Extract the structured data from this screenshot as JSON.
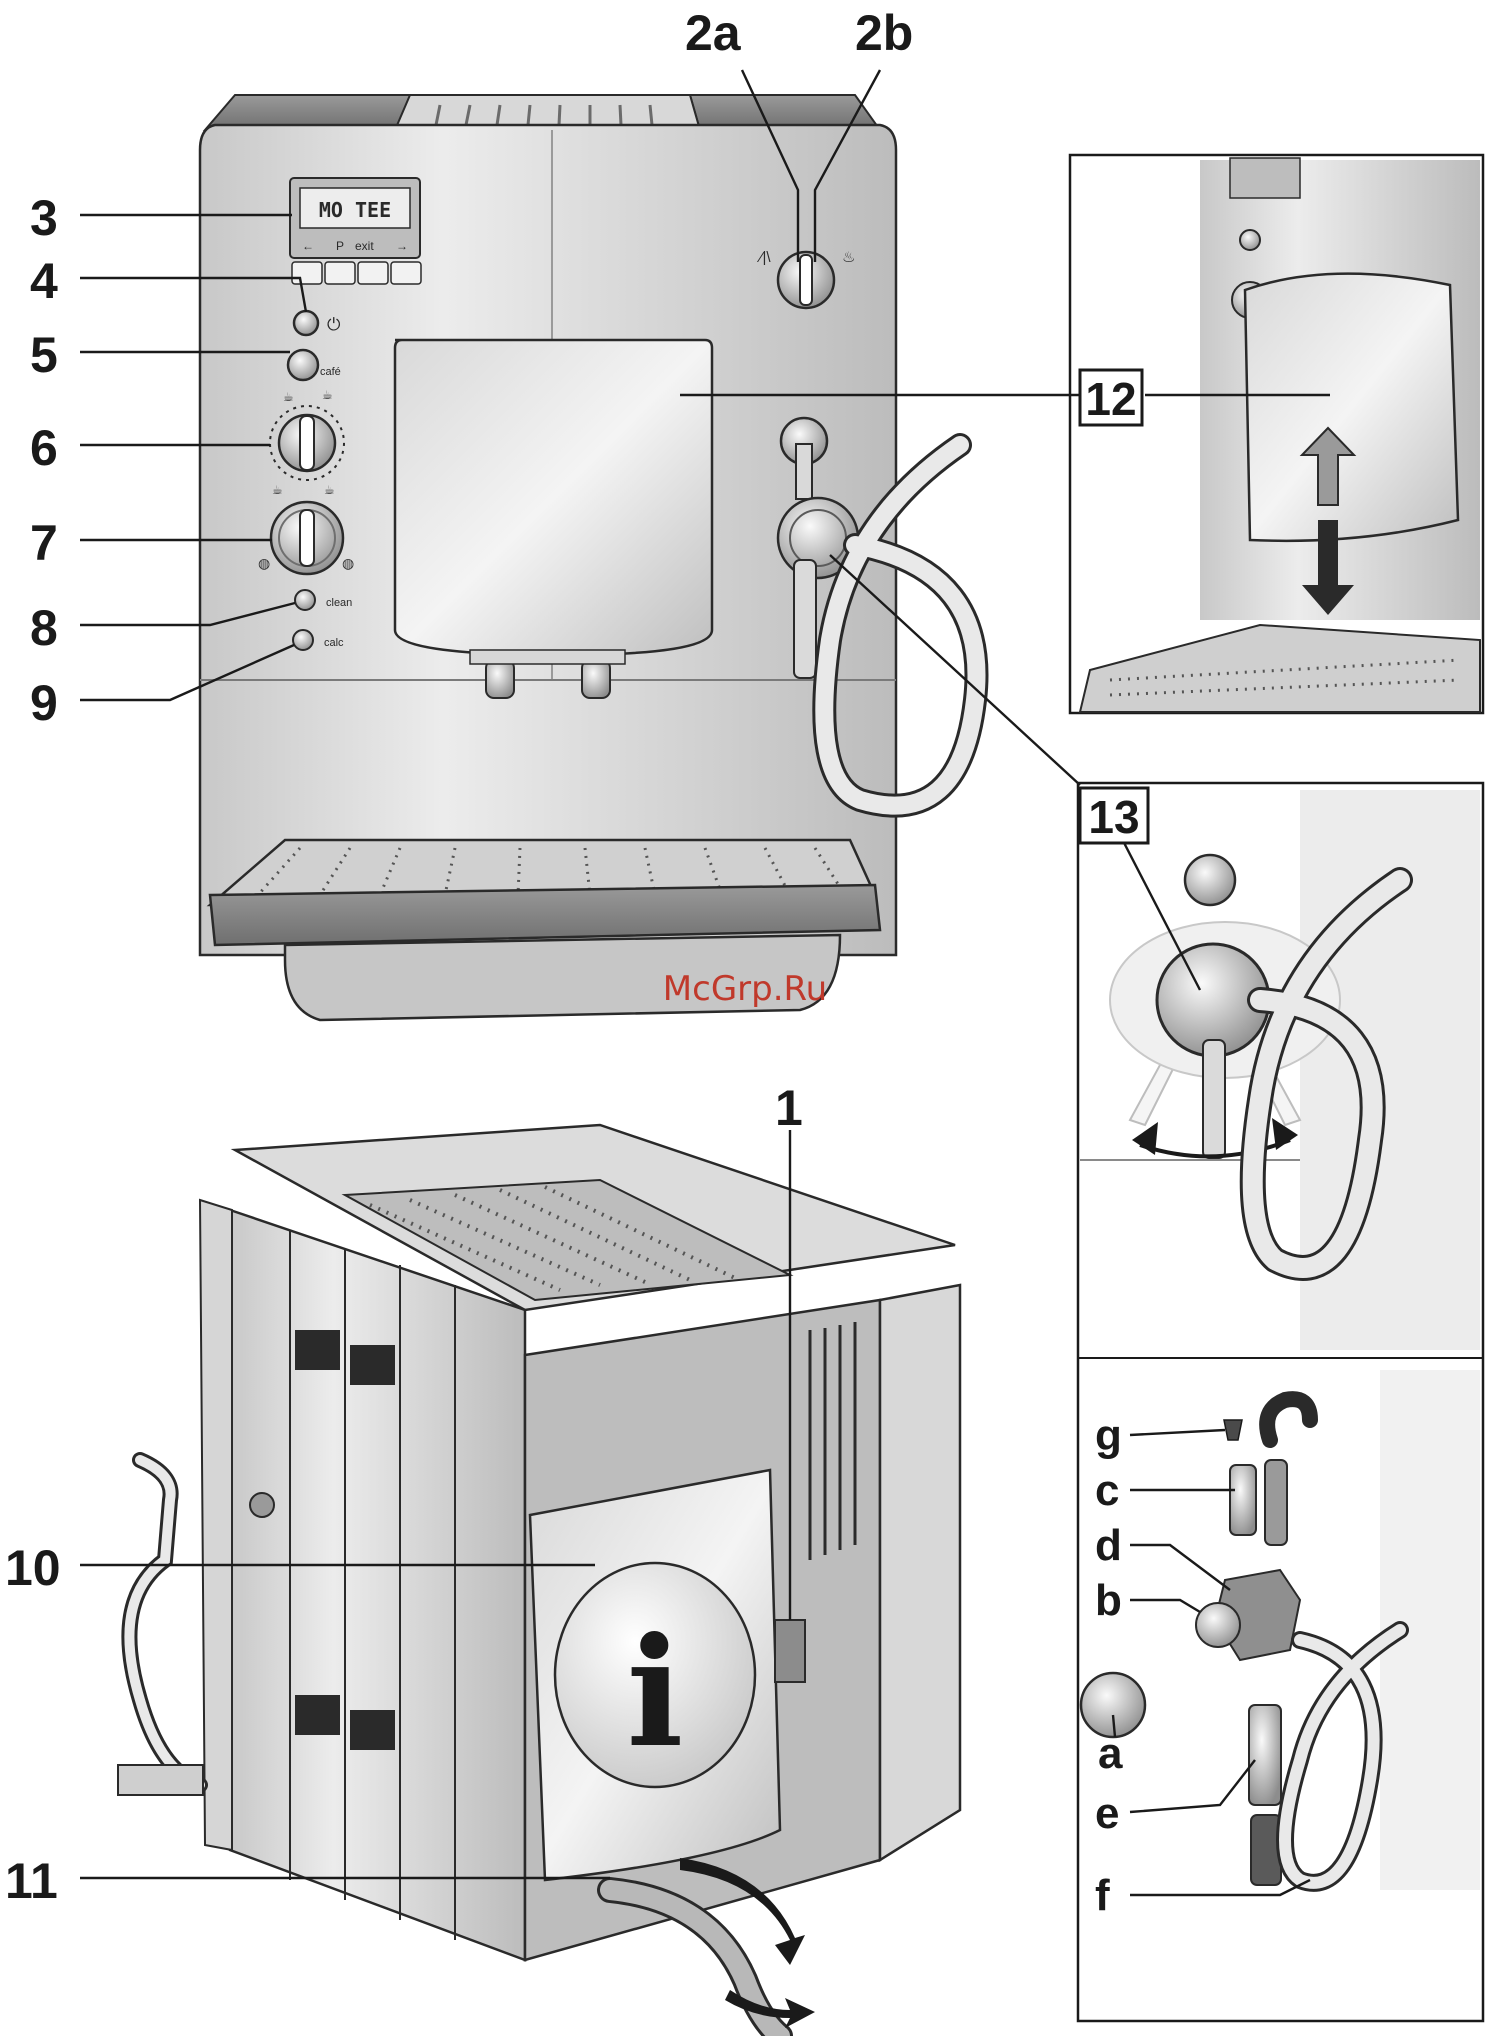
{
  "display_text": "MO  TEE",
  "display_keys": [
    "←",
    "P",
    "exit",
    "→"
  ],
  "panel_marks": {
    "power": "⏻",
    "cafe": "café",
    "clean": "clean",
    "calc": "calc"
  },
  "info_symbol": "i",
  "watermark": "McGrp.Ru",
  "labels": {
    "l1": "1",
    "l2a": "2a",
    "l2b": "2b",
    "l3": "3",
    "l4": "4",
    "l5": "5",
    "l6": "6",
    "l7": "7",
    "l8": "8",
    "l9": "9",
    "l10": "10",
    "l11": "11",
    "l12": "12",
    "l13": "13",
    "la": "a",
    "lb": "b",
    "lc": "c",
    "ld": "d",
    "le": "e",
    "lf": "f",
    "lg": "g"
  },
  "colors": {
    "body_light": "#e6e6e6",
    "body_mid": "#bdbdbd",
    "body_dark": "#8c8c8c",
    "outline": "#2a2a2a",
    "watermark": "#c0392b"
  }
}
